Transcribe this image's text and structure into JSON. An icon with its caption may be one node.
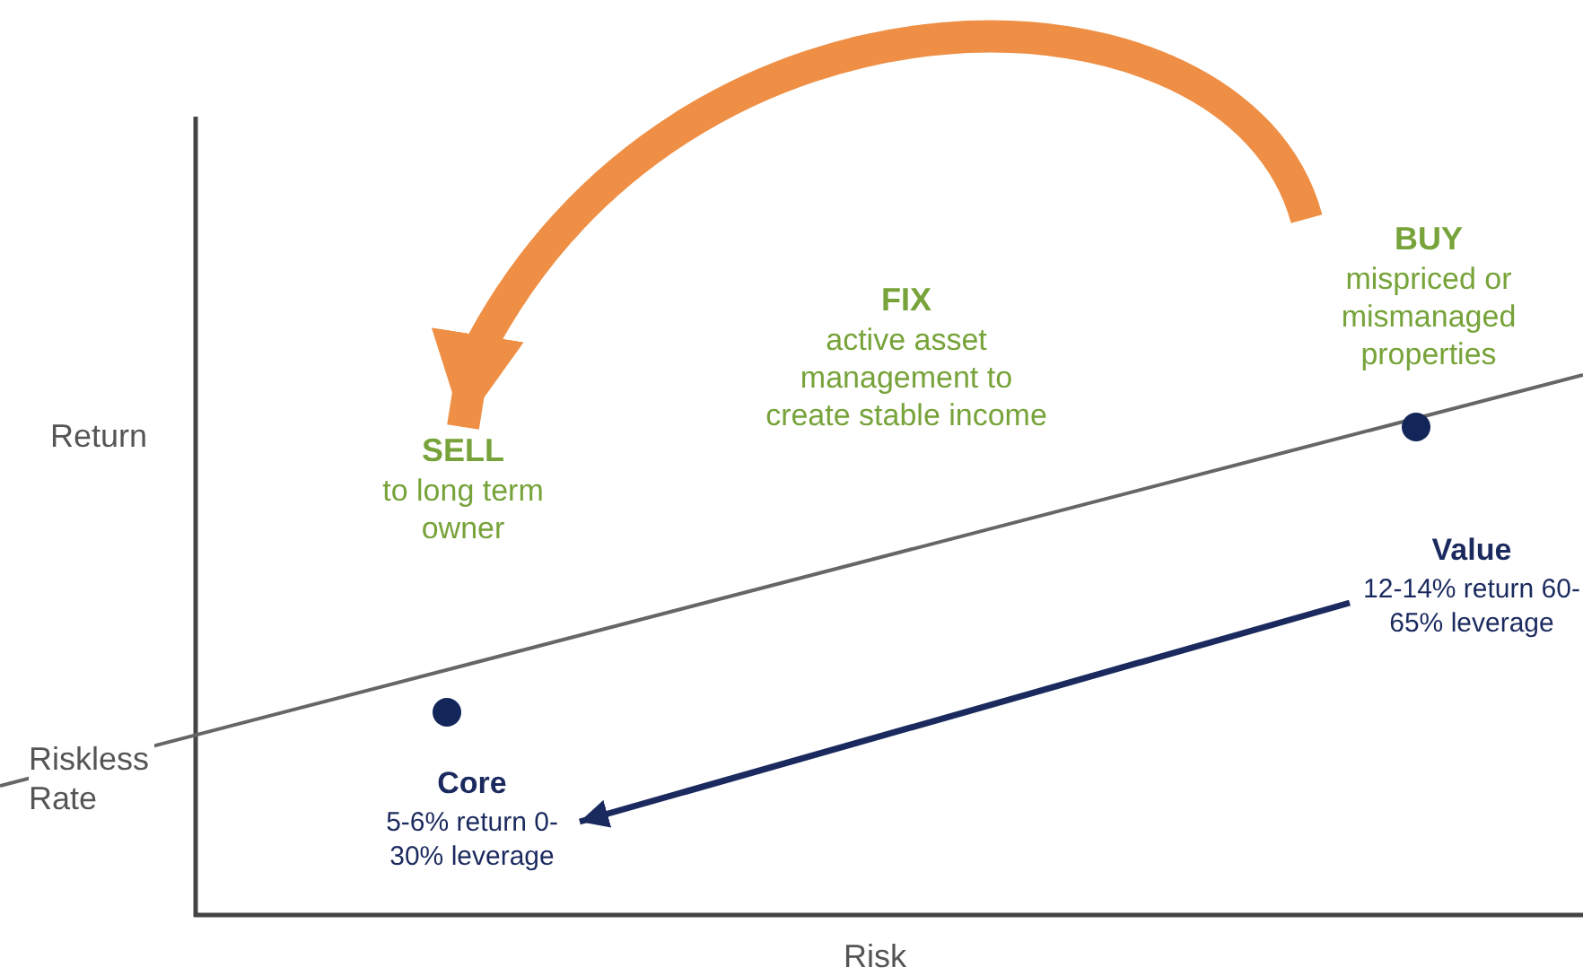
{
  "diagram": {
    "nodes": [
      {
        "text": [
          "BUY",
          "mispriced or mismanaged properties"
        ]
      },
      {
        "text": [
          "FIX",
          "active asset management to create stable income"
        ]
      },
      {
        "text": [
          "SELL",
          "to long term owner"
        ]
      },
      {
        "text": [
          "Value",
          "12-14% return 60-65% leverage"
        ]
      },
      {
        "text": [
          "Core",
          "5-6% return 0-30% leverage"
        ]
      }
    ],
    "edges": [
      {
        "from": 0,
        "to": 2,
        "arrow": "to",
        "style": "thick",
        "color": "#ee8f45"
      },
      {
        "from": 3,
        "to": 4,
        "arrow": "to",
        "color": "#1b2a5e"
      }
    ],
    "labels": [
      "Return",
      "Riskless Rate",
      "Risk"
    ]
  }
}
